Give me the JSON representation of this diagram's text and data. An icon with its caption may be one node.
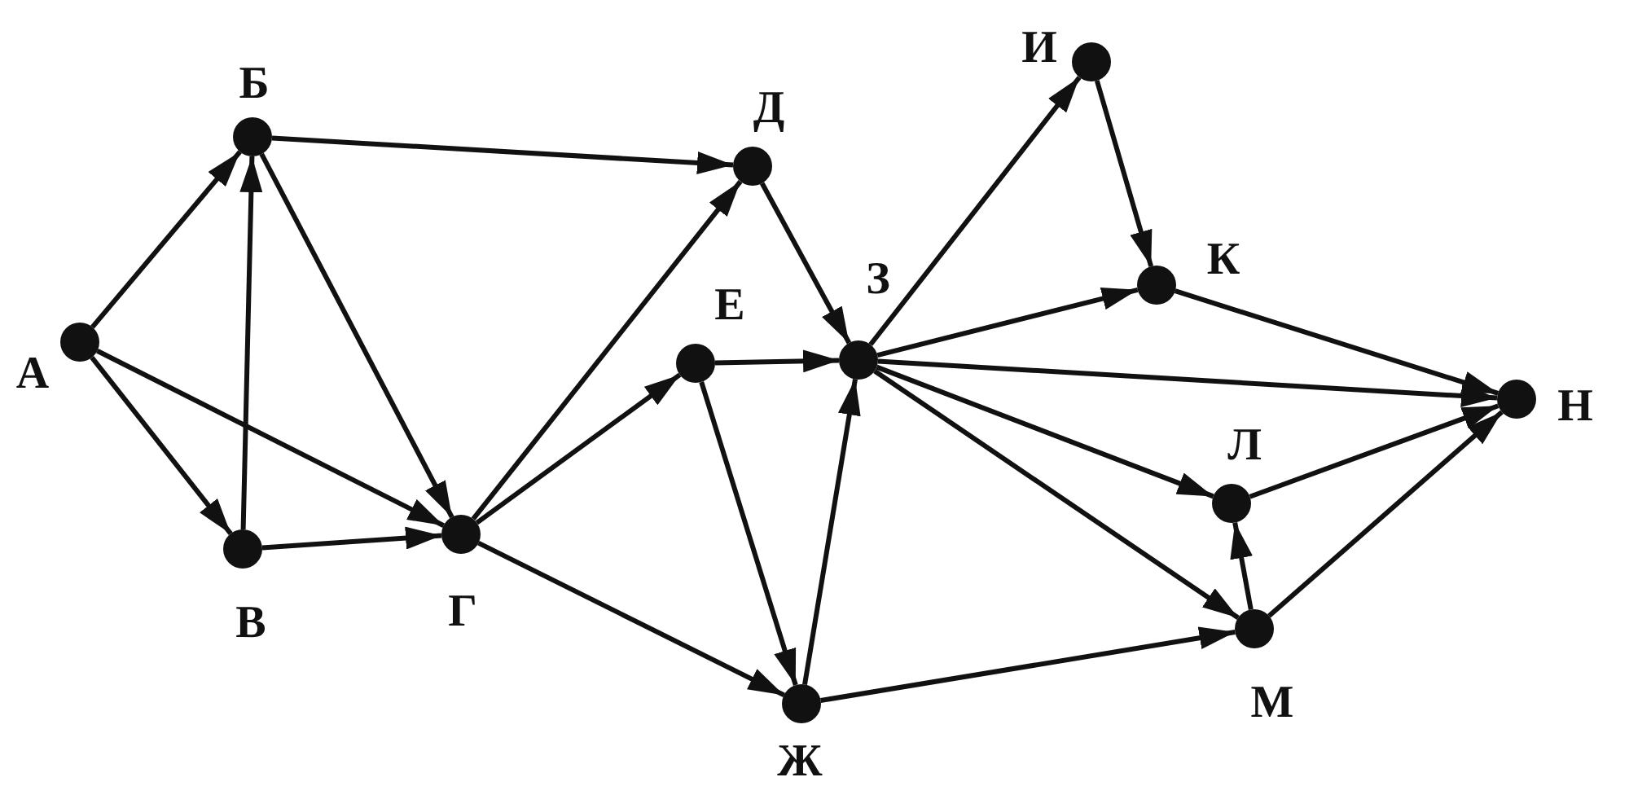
{
  "diagram": {
    "nodes": [
      {
        "text": [],
        "shape": "circle",
        "beside": [
          "А"
        ]
      },
      {
        "text": [],
        "shape": "circle",
        "beside": [
          "Б"
        ]
      },
      {
        "text": [],
        "shape": "circle",
        "beside": [
          "В"
        ]
      },
      {
        "text": [],
        "shape": "circle",
        "beside": [
          "Г"
        ]
      },
      {
        "text": [],
        "shape": "circle",
        "beside": [
          "Д"
        ]
      },
      {
        "text": [],
        "shape": "circle",
        "beside": [
          "Е"
        ]
      },
      {
        "text": [],
        "shape": "circle",
        "beside": [
          "Ж"
        ]
      },
      {
        "text": [],
        "shape": "circle",
        "beside": [
          "З"
        ]
      },
      {
        "text": [],
        "shape": "circle",
        "beside": [
          "И"
        ]
      },
      {
        "text": [],
        "shape": "circle",
        "beside": [
          "К"
        ]
      },
      {
        "text": [],
        "shape": "circle",
        "beside": [
          "Л"
        ]
      },
      {
        "text": [],
        "shape": "circle",
        "beside": [
          "М"
        ]
      },
      {
        "text": [],
        "shape": "circle",
        "beside": [
          "Н"
        ]
      }
    ],
    "edges": [
      {
        "from": 0,
        "to": 1,
        "arrow": "to"
      },
      {
        "from": 0,
        "to": 2,
        "arrow": "to"
      },
      {
        "from": 0,
        "to": 3,
        "arrow": "to"
      },
      {
        "from": 1,
        "to": 4,
        "arrow": "to"
      },
      {
        "from": 1,
        "to": 3,
        "arrow": "to"
      },
      {
        "from": 2,
        "to": 1,
        "arrow": "to"
      },
      {
        "from": 2,
        "to": 3,
        "arrow": "to"
      },
      {
        "from": 3,
        "to": 4,
        "arrow": "to"
      },
      {
        "from": 3,
        "to": 5,
        "arrow": "to"
      },
      {
        "from": 3,
        "to": 6,
        "arrow": "to"
      },
      {
        "from": 4,
        "to": 7,
        "arrow": "to"
      },
      {
        "from": 5,
        "to": 7,
        "arrow": "to"
      },
      {
        "from": 5,
        "to": 6,
        "arrow": "to"
      },
      {
        "from": 6,
        "to": 7,
        "arrow": "to"
      },
      {
        "from": 6,
        "to": 11,
        "arrow": "to"
      },
      {
        "from": 7,
        "to": 8,
        "arrow": "to"
      },
      {
        "from": 7,
        "to": 9,
        "arrow": "to"
      },
      {
        "from": 7,
        "to": 12,
        "arrow": "to"
      },
      {
        "from": 7,
        "to": 10,
        "arrow": "to"
      },
      {
        "from": 7,
        "to": 11,
        "arrow": "to"
      },
      {
        "from": 8,
        "to": 9,
        "arrow": "to"
      },
      {
        "from": 9,
        "to": 12,
        "arrow": "to"
      },
      {
        "from": 10,
        "to": 12,
        "arrow": "to"
      },
      {
        "from": 11,
        "to": 10,
        "arrow": "to"
      },
      {
        "from": 11,
        "to": 12,
        "arrow": "to"
      }
    ]
  }
}
